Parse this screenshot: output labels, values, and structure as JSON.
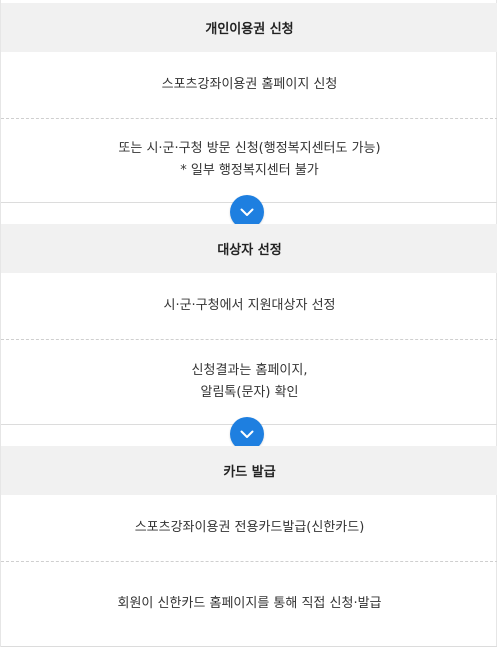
{
  "sections": [
    {
      "title": "개인이용권 신청",
      "rows": [
        {
          "lines": [
            "스포츠강좌이용권 홈페이지 신청"
          ]
        },
        {
          "lines": [
            "또는 시·군·구청 방문 신청(행정복지센터도 가능)",
            "* 일부 행정복지센터 불가"
          ]
        }
      ]
    },
    {
      "title": "대상자 선정",
      "rows": [
        {
          "lines": [
            "시·군·구청에서 지원대상자 선정"
          ]
        },
        {
          "lines": [
            "신청결과는 홈페이지,",
            "알림톡(문자) 확인"
          ]
        }
      ]
    },
    {
      "title": "카드 발급",
      "rows": [
        {
          "lines": [
            "스포츠강좌이용권 전용카드발급(신한카드)"
          ]
        },
        {
          "lines": [
            "회원이 신한카드 홈페이지를 통해 직접 신청·발급"
          ]
        }
      ]
    }
  ],
  "toggle_icon": "chevron-down-icon",
  "accent_color": "#1e7fe0"
}
